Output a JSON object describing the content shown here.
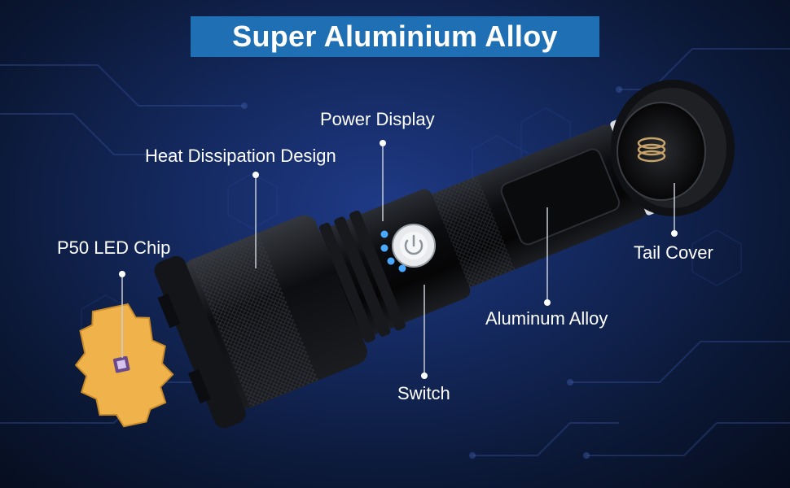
{
  "banner": {
    "title": "Super Aluminium Alloy"
  },
  "labels": {
    "power_display": "Power Display",
    "heat_dissipation": "Heat Dissipation Design",
    "p50_led": "P50 LED Chip",
    "tail_cover": "Tail Cover",
    "aluminum_alloy": "Aluminum Alloy",
    "switch": "Switch"
  },
  "colors": {
    "banner_bg": "#1e6fb3",
    "background": "#0b1836",
    "led_chip": "#f0b24a",
    "power_indicator": "#4aa8ff",
    "label_text": "#ffffff"
  },
  "icons": {
    "switch_button": "power-icon"
  }
}
